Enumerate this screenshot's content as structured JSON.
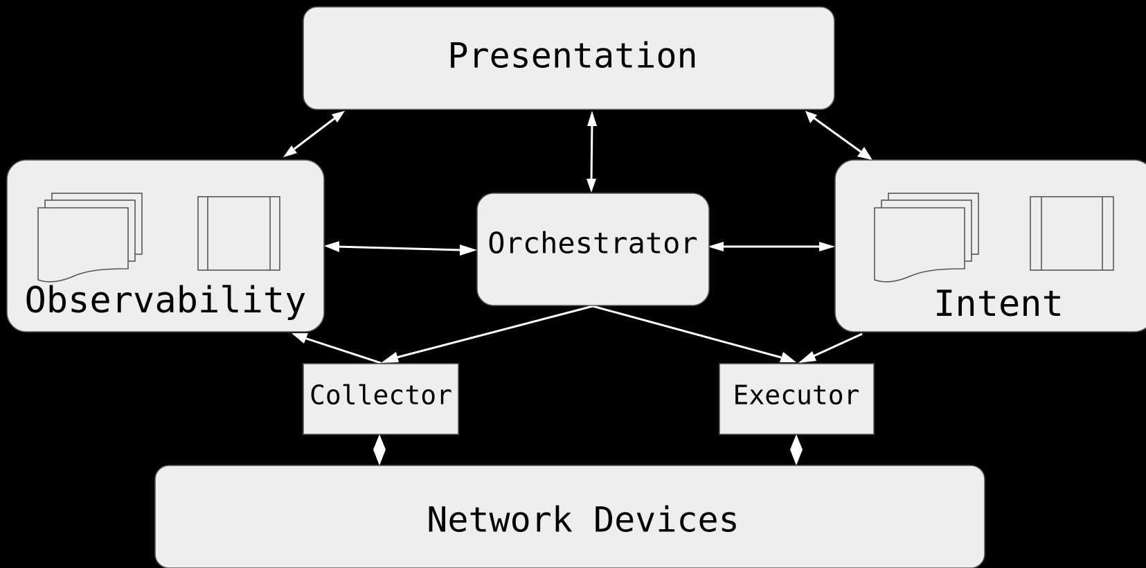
{
  "nodes": {
    "presentation": {
      "label": "Presentation"
    },
    "observability": {
      "label": "Observability"
    },
    "orchestrator": {
      "label": "Orchestrator"
    },
    "intent": {
      "label": "Intent"
    },
    "collector": {
      "label": "Collector"
    },
    "executor": {
      "label": "Executor"
    },
    "network_devices": {
      "label": "Network Devices"
    }
  },
  "edges": [
    {
      "from": "presentation",
      "to": "observability",
      "direction": "both"
    },
    {
      "from": "presentation",
      "to": "orchestrator",
      "direction": "both"
    },
    {
      "from": "presentation",
      "to": "intent",
      "direction": "both"
    },
    {
      "from": "observability",
      "to": "orchestrator",
      "direction": "both"
    },
    {
      "from": "orchestrator",
      "to": "intent",
      "direction": "both"
    },
    {
      "from": "orchestrator",
      "to": "collector",
      "direction": "forward"
    },
    {
      "from": "orchestrator",
      "to": "executor",
      "direction": "forward"
    },
    {
      "from": "collector",
      "to": "observability",
      "direction": "forward"
    },
    {
      "from": "intent",
      "to": "executor",
      "direction": "forward"
    },
    {
      "from": "collector",
      "to": "network_devices",
      "direction": "both"
    },
    {
      "from": "executor",
      "to": "network_devices",
      "direction": "both"
    }
  ],
  "icons": {
    "observability": [
      "multi-document-icon",
      "predefined-process-icon"
    ],
    "intent": [
      "multi-document-icon",
      "predefined-process-icon"
    ]
  },
  "colors": {
    "background": "#000000",
    "box_fill": "#eeeeee",
    "box_stroke": "#555555",
    "arrow": "#ffffff",
    "text": "#000000"
  }
}
